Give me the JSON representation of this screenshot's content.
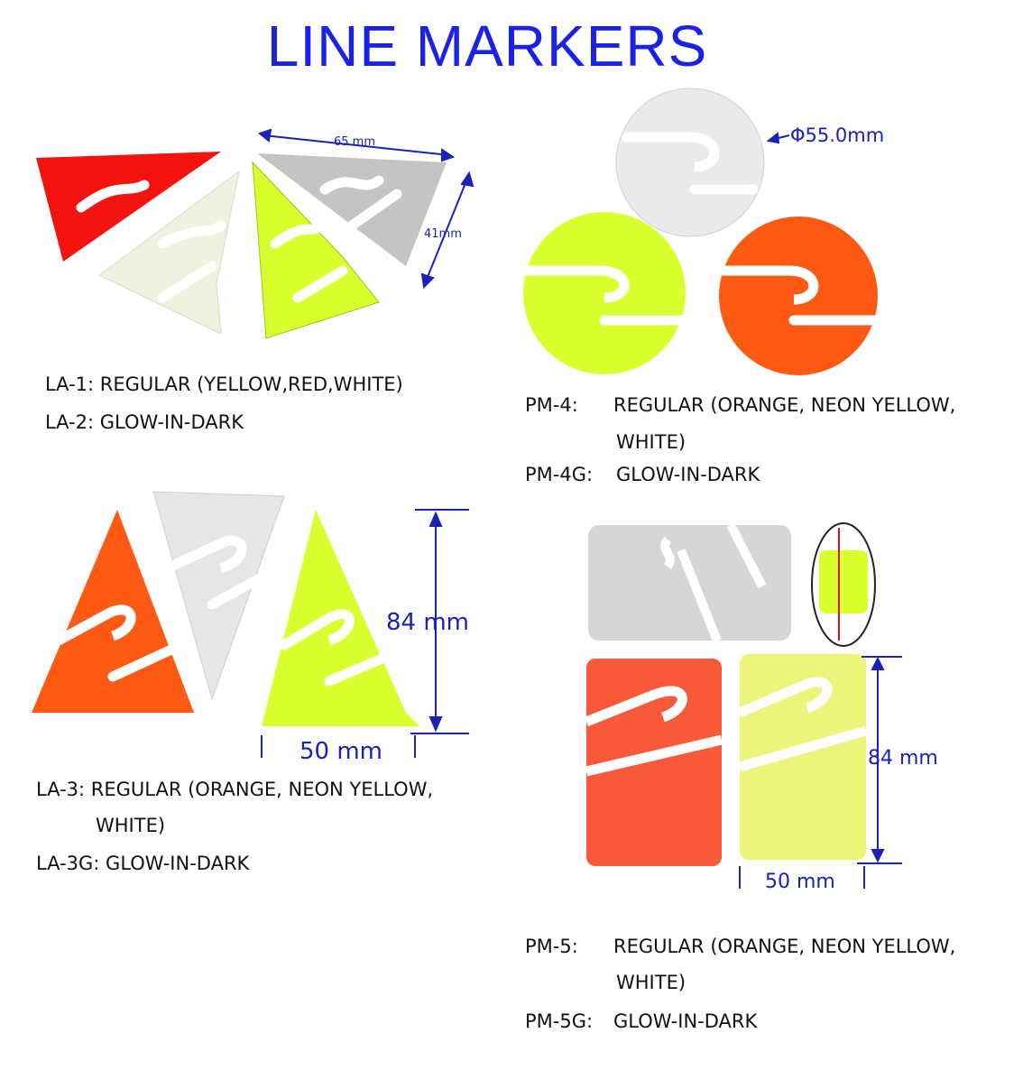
{
  "title": "LINE MARKERS",
  "colors": {
    "title_blue": "#1a22e8",
    "dimension_blue": "#1a22b8",
    "red": "#f5130f",
    "orange": "#ff5a14",
    "neon_yellow": "#d9ff2e",
    "pale_yellow": "#eaf57a",
    "white_marker": "#e8e8e8",
    "glow": "#eef2df",
    "grey": "#c4c4c4"
  },
  "la_section": {
    "dimensions": {
      "width": "65 mm",
      "height": "41mm"
    },
    "line1": "LA-1: REGULAR (YELLOW,RED,WHITE)",
    "line2": "LA-2: GLOW-IN-DARK"
  },
  "pm4_section": {
    "diameter": "Φ55.0mm",
    "code1": "PM-4:",
    "desc1a": "REGULAR (ORANGE, NEON YELLOW,",
    "desc1b": "WHITE)",
    "code2": "PM-4G:",
    "desc2": "GLOW-IN-DARK"
  },
  "la3_section": {
    "height_dim": "84 mm",
    "width_dim": "50 mm",
    "line1": "LA-3: REGULAR (ORANGE, NEON YELLOW,",
    "line1b": "WHITE)",
    "line2": "LA-3G: GLOW-IN-DARK"
  },
  "pm5_section": {
    "height_dim": "84 mm",
    "width_dim": "50 mm",
    "code1": "PM-5:",
    "desc1a": "REGULAR (ORANGE, NEON YELLOW,",
    "desc1b": "WHITE)",
    "code2": "PM-5G:",
    "desc2": "GLOW-IN-DARK"
  }
}
